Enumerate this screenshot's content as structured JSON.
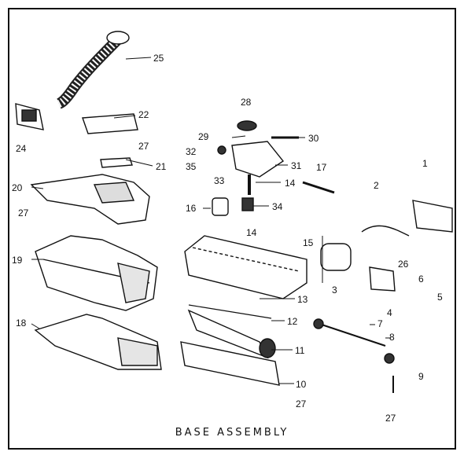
{
  "title": "BASE ASSEMBLY",
  "part_labels": {
    "p1": "1",
    "p2": "2",
    "p3": "3",
    "p4": "4",
    "p5": "5",
    "p6": "6",
    "p7": "7",
    "p8": "8",
    "p9": "9",
    "p10": "10",
    "p11": "11",
    "p12": "12",
    "p13": "13",
    "p14a": "14",
    "p14b": "14",
    "p15": "15",
    "p16": "16",
    "p17": "17",
    "p18": "18",
    "p19": "19",
    "p20": "20",
    "p21": "21",
    "p22": "22",
    "p24": "24",
    "p25": "25",
    "p26": "26",
    "p27a": "27",
    "p27b": "27",
    "p27c": "27",
    "p27d": "27",
    "p28": "28",
    "p29": "29",
    "p30": "30",
    "p31": "31",
    "p32": "32",
    "p33": "33",
    "p34": "34",
    "p35": "35"
  }
}
